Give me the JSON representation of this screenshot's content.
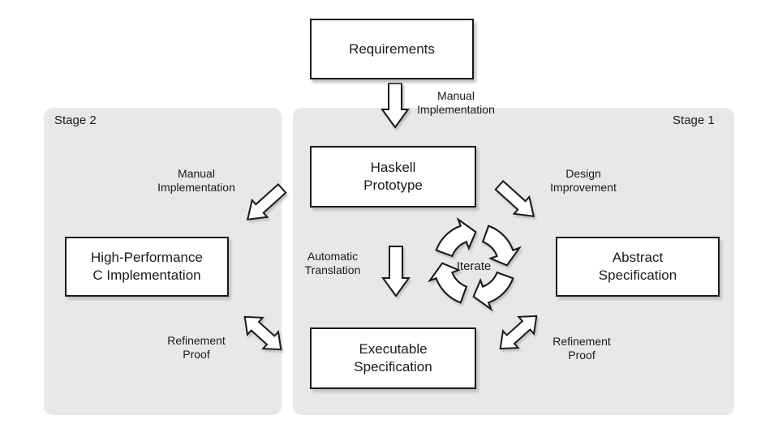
{
  "diagram": {
    "colors": {
      "background": "#ffffff",
      "panel": "#e8e8e8",
      "box_fill": "#ffffff",
      "outline": "#1a1a1a",
      "shadow": "#c2c2c2"
    },
    "stages": {
      "stage1": "Stage 1",
      "stage2": "Stage 2"
    },
    "nodes": {
      "requirements": {
        "label": "Requirements"
      },
      "haskell_prototype": {
        "line1": "Haskell",
        "line2": "Prototype"
      },
      "abstract_specification": {
        "line1": "Abstract",
        "line2": "Specification"
      },
      "executable_specification": {
        "line1": "Executable",
        "line2": "Specification"
      },
      "c_implementation": {
        "line1": "High-Performance",
        "line2": "C Implementation"
      }
    },
    "edges": {
      "manual_implementation_top": {
        "line1": "Manual",
        "line2": "Implementation"
      },
      "design_improvement": {
        "line1": "Design",
        "line2": "Improvement"
      },
      "manual_implementation_stage2": {
        "line1": "Manual",
        "line2": "Implementation"
      },
      "automatic_translation": {
        "line1": "Automatic",
        "line2": "Translation"
      },
      "refinement_proof_right": {
        "line1": "Refinement",
        "line2": "Proof"
      },
      "refinement_proof_left": {
        "line1": "Refinement",
        "line2": "Proof"
      },
      "iterate": {
        "label": "Iterate"
      }
    }
  }
}
